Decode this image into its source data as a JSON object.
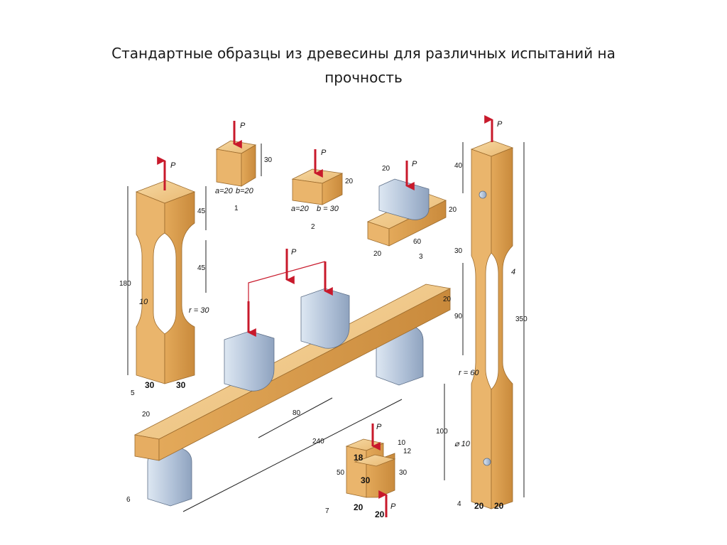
{
  "title": {
    "line1": "Стандартные образцы из древесины для различных испытаний на",
    "line2": "прочность"
  },
  "force_label": "P",
  "colors": {
    "wood": "#e9b871",
    "wood_dark": "#c98a3c",
    "wood_light": "#f6d9a3",
    "steel": "#aebfd6",
    "steel_light": "#dde7f2",
    "force_arrow": "#c8192b"
  },
  "specimens": {
    "s1": {
      "number": "1",
      "dim_h": "30",
      "dim_a": "a=20",
      "dim_b": "b=20"
    },
    "s2": {
      "number": "2",
      "dim_h": "20",
      "dim_a": "a=20",
      "dim_b": "b = 30"
    },
    "s3": {
      "number": "3",
      "dim_top": "20",
      "dim_h": "20",
      "dim_l": "60",
      "dim_w": "20"
    },
    "s4": {
      "number": "4",
      "d40": "40",
      "d30": "30",
      "d4": "4",
      "d90": "90",
      "d350": "350",
      "r": "r = 60",
      "d100": "100",
      "dia": "⌀ 10",
      "w1": "20",
      "w2": "20"
    },
    "s5": {
      "number": "5",
      "d45a": "45",
      "d45b": "45",
      "d180": "180",
      "d10": "10",
      "r": "r = 30",
      "w1": "30",
      "w2": "30"
    },
    "s6": {
      "number": "6",
      "d20l": "20",
      "d20r": "20",
      "d80": "80",
      "d240": "240"
    },
    "s7": {
      "number": "7",
      "d10": "10",
      "d12": "12",
      "d18": "18",
      "d50": "50",
      "d30a": "30",
      "d30b": "30",
      "w1": "20",
      "w2": "20"
    }
  }
}
